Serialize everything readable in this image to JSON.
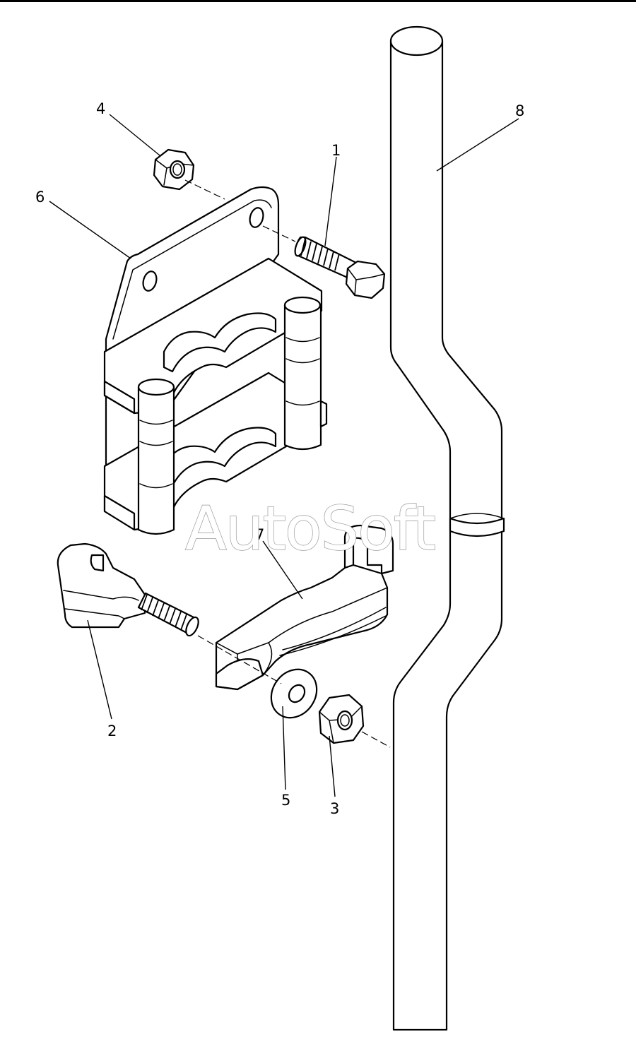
{
  "watermark": "AutoSoft",
  "callouts": [
    {
      "id": "1",
      "label": "1"
    },
    {
      "id": "2",
      "label": "2"
    },
    {
      "id": "3",
      "label": "3"
    },
    {
      "id": "4",
      "label": "4"
    },
    {
      "id": "5",
      "label": "5"
    },
    {
      "id": "6",
      "label": "6"
    },
    {
      "id": "7",
      "label": "7"
    },
    {
      "id": "8",
      "label": "8"
    }
  ],
  "colors": {
    "line": "#000000",
    "background": "#ffffff",
    "watermark_outline": "#9a9a9a"
  }
}
